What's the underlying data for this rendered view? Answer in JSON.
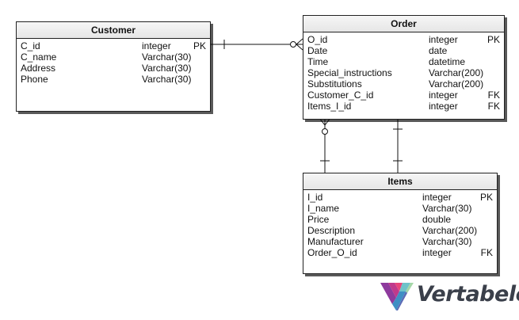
{
  "entities": {
    "customer": {
      "title": "Customer",
      "columns": [
        {
          "name": "C_id",
          "type": "integer",
          "key": "PK"
        },
        {
          "name": "C_name",
          "type": "Varchar(30)",
          "key": ""
        },
        {
          "name": "Address",
          "type": "Varchar(30)",
          "key": ""
        },
        {
          "name": "Phone",
          "type": "Varchar(30)",
          "key": ""
        }
      ]
    },
    "order": {
      "title": "Order",
      "columns": [
        {
          "name": "O_id",
          "type": "integer",
          "key": "PK"
        },
        {
          "name": "Date",
          "type": "date",
          "key": ""
        },
        {
          "name": "Time",
          "type": "datetime",
          "key": ""
        },
        {
          "name": "Special_instructions",
          "type": "Varchar(200)",
          "key": ""
        },
        {
          "name": "Substitutions",
          "type": "Varchar(200)",
          "key": ""
        },
        {
          "name": "Customer_C_id",
          "type": "integer",
          "key": "FK"
        },
        {
          "name": "Items_I_id",
          "type": "integer",
          "key": "FK"
        }
      ]
    },
    "items": {
      "title": "Items",
      "columns": [
        {
          "name": "I_id",
          "type": "integer",
          "key": "PK"
        },
        {
          "name": "I_name",
          "type": "Varchar(30)",
          "key": ""
        },
        {
          "name": "Price",
          "type": "double",
          "key": ""
        },
        {
          "name": "Description",
          "type": "Varchar(200)",
          "key": ""
        },
        {
          "name": "Manufacturer",
          "type": "Varchar(30)",
          "key": ""
        },
        {
          "name": "Order_O_id",
          "type": "integer",
          "key": "FK"
        }
      ]
    }
  },
  "logo": {
    "text": "Vertabelo"
  }
}
